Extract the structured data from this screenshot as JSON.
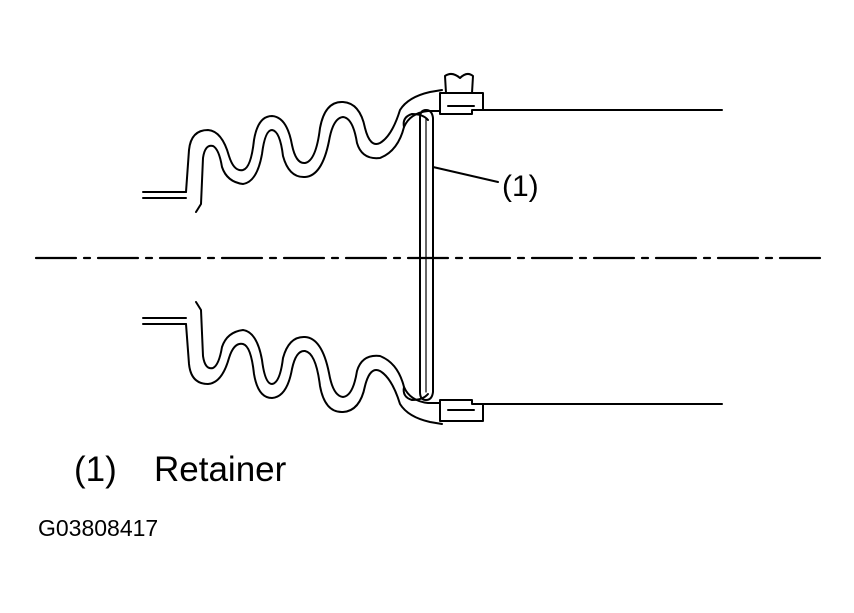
{
  "callout": {
    "label": "(1)"
  },
  "legend": {
    "number": "(1)",
    "text": "Retainer"
  },
  "figure_id": "G03808417"
}
